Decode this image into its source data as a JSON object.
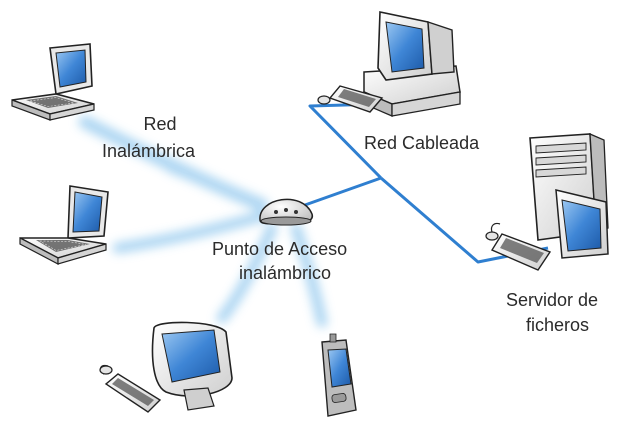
{
  "labels": {
    "wireless_line1": "Red",
    "wireless_line2": "Inalámbrica",
    "wired": "Red Cableada",
    "access_point_line1": "Punto de Acceso",
    "access_point_line2": "inalámbrico",
    "file_server_line1": "Servidor de",
    "file_server_line2": "ficheros"
  },
  "colors": {
    "cable": "#2f7fd0",
    "wireless_glow": "#a9d4f2",
    "screen": "#3f86d6",
    "device_body": "#e6e6e6",
    "outline": "#222222"
  },
  "icons": [
    "laptop-icon",
    "laptop-icon",
    "imac-icon",
    "pda-icon",
    "access-point-icon",
    "desktop-computer-icon",
    "server-icon"
  ]
}
